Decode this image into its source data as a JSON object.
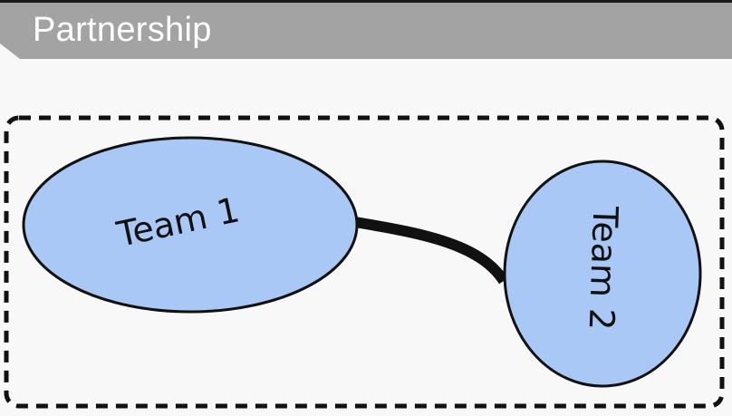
{
  "header": {
    "title": "Partnership"
  },
  "diagram": {
    "nodes": [
      {
        "id": "team-1",
        "label": "Team 1"
      },
      {
        "id": "team-2",
        "label": "Team 2"
      }
    ],
    "edges": [
      {
        "from": "team-1",
        "to": "team-2"
      }
    ]
  },
  "colors": {
    "title_bar": "#a3a3a3",
    "node_fill": "#aac8f6",
    "node_stroke": "#111111",
    "boundary_stroke": "#111111",
    "background": "#f8f8f8"
  }
}
